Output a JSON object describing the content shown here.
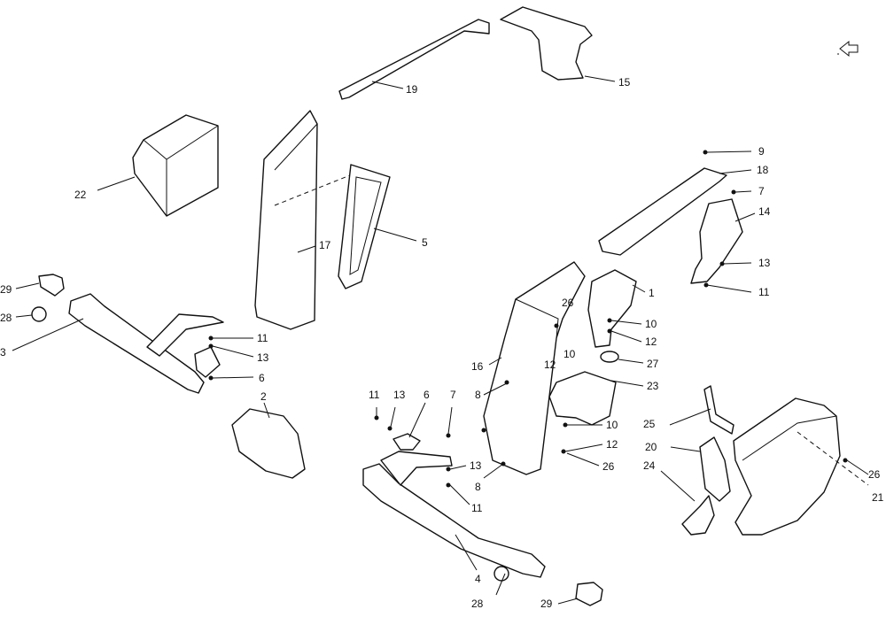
{
  "diagram": {
    "labels": [
      "1",
      "2",
      "3",
      "4",
      "5",
      "6",
      "7",
      "8",
      "9",
      "10",
      "11",
      "12",
      "13",
      "14",
      "15",
      "16",
      "17",
      "18",
      "19",
      "20",
      "21",
      "22",
      "23",
      "24",
      "25",
      "26",
      "27",
      "28",
      "29"
    ]
  },
  "icons": {
    "corner": "return-arrow-icon"
  }
}
